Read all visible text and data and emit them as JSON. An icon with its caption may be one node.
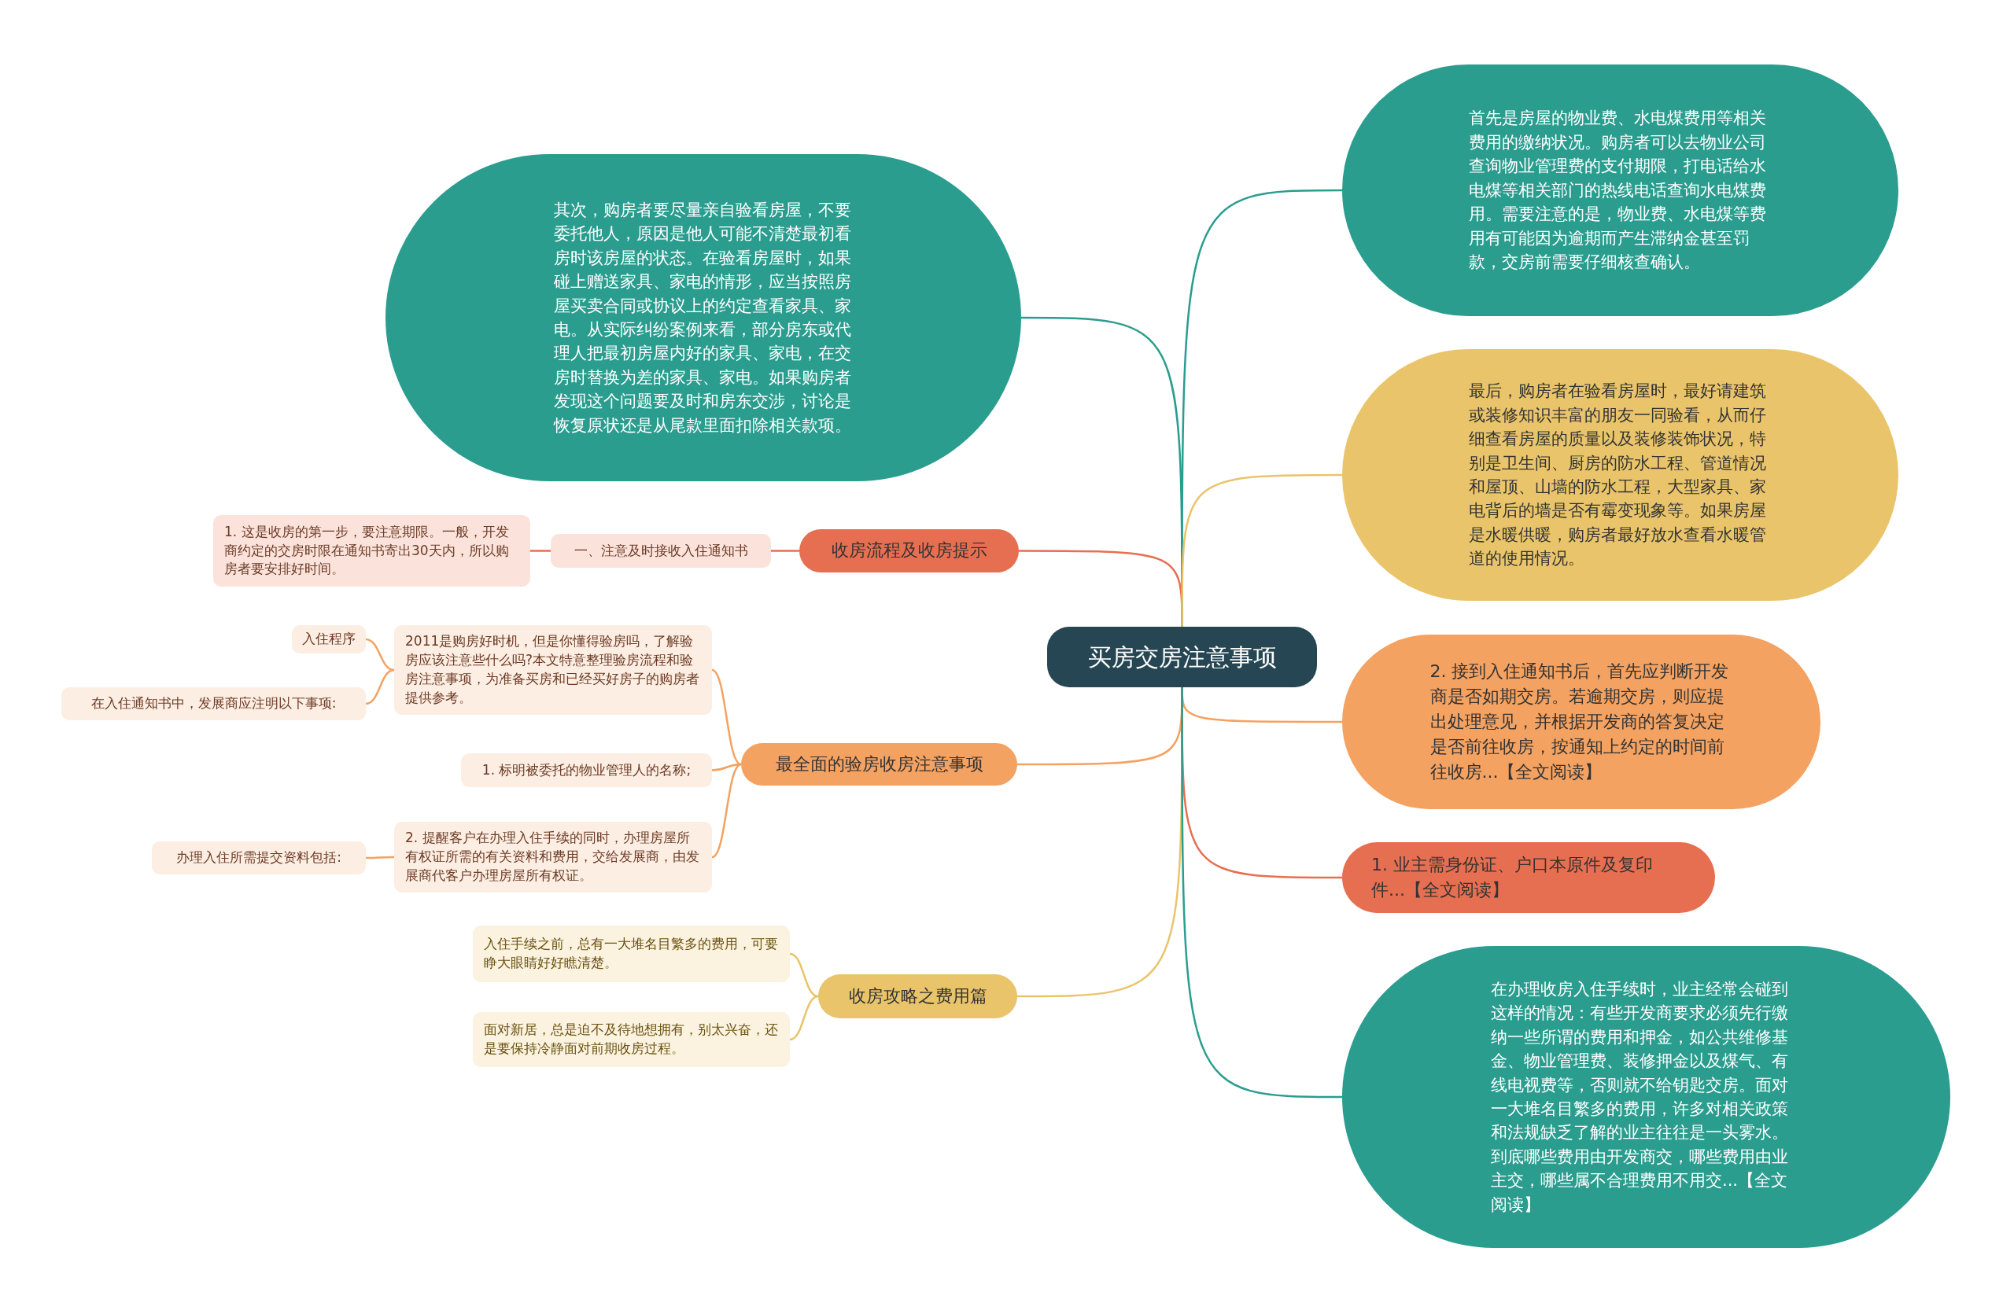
{
  "diagram": {
    "nodes": [
      {
        "text": [
          "买房交房注意事项"
        ]
      },
      {
        "text": [
          "其次，购房者要尽量亲自验看房屋，不要委托他人，原因是他人可能不清楚最初看房时该房屋的状态。在验看房屋时，如果碰上赠送家具、家电的情形，应当按照房屋买卖合同或协议上的约定查看家具、家电。从实际纠纷案例来看，部分房东或代理人把最初房屋内好的家具、家电，在交房时替换为差的家具、家电。如果购房者发现这个问题要及时和房东交涉，讨论是恢复原状还是从尾款里面扣除相关款项。"
        ]
      },
      {
        "text": [
          "收房流程及收房提示"
        ]
      },
      {
        "text": [
          "一、注意及时接收入住通知书"
        ]
      },
      {
        "text": [
          "1. 这是收房的第一步，要注意期限。一般，开发商约定的交房时限在通知书寄出30天内，所以购房者要安排好时间。"
        ]
      },
      {
        "text": [
          "最全面的验房收房注意事项"
        ]
      },
      {
        "text": [
          "2011是购房好时机，但是你懂得验房吗，了解验房应该注意些什么吗?本文特意整理验房流程和验房注意事项，为准备买房和已经买好房子的购房者提供参考。"
        ]
      },
      {
        "text": [
          "入住程序"
        ]
      },
      {
        "text": [
          "在入住通知书中，发展商应注明以下事项:"
        ]
      },
      {
        "text": [
          "1. 标明被委托的物业管理人的名称;"
        ]
      },
      {
        "text": [
          "2. 提醒客户在办理入住手续的同时，办理房屋所有权证所需的有关资料和费用，交给发展商，由发展商代客户办理房屋所有权证。"
        ]
      },
      {
        "text": [
          "办理入住所需提交资料包括:"
        ]
      },
      {
        "text": [
          "收房攻略之费用篇"
        ]
      },
      {
        "text": [
          "入住手续之前，总有一大堆名目繁多的费用，可要睁大眼睛好好瞧清楚。"
        ]
      },
      {
        "text": [
          "面对新居，总是迫不及待地想拥有，别太兴奋，还是要保持冷静面对前期收房过程。"
        ]
      },
      {
        "text": [
          "首先是房屋的物业费、水电煤费用等相关费用的缴纳状况。购房者可以去物业公司查询物业管理费的支付期限，打电话给水电煤等相关部门的热线电话查询水电煤费用。需要注意的是，物业费、水电煤等费用有可能因为逾期而产生滞纳金甚至罚款，交房前需要仔细核查确认。"
        ]
      },
      {
        "text": [
          "最后，购房者在验看房屋时，最好请建筑或装修知识丰富的朋友一同验看，从而仔细查看房屋的质量以及装修装饰状况，特别是卫生间、厨房的防水工程、管道情况和屋顶、山墙的防水工程，大型家具、家电背后的墙是否有霉变现象等。如果房屋是水暖供暖，购房者最好放水查看水暖管道的使用情况。"
        ]
      },
      {
        "text": [
          "2. 接到入住通知书后，首先应判断开发商是否如期交房。若逾期交房，则应提出处理意见，并根据开发商的答复决定是否前往收房，按通知上约定的时间前往收房...【全文阅读】"
        ]
      },
      {
        "text": [
          "1. 业主需身份证、户口本原件及复印件...【全文阅读】"
        ]
      },
      {
        "text": [
          "在办理收房入住手续时，业主经常会碰到这样的情况：有些开发商要求必须先行缴纳一些所谓的费用和押金，如公共维修基金、物业管理费、装修押金以及煤气、有线电视费等，否则就不给钥匙交房。面对一大堆名目繁多的费用，许多对相关政策和法规缺乏了解的业主往往是一头雾水。到底哪些费用由开发商交，哪些费用由业主交，哪些属不合理费用不用交...【全文阅读】"
        ]
      }
    ],
    "edges": [
      {
        "from": 0,
        "to": 1,
        "arrow": "none",
        "color": "#2a9d8f"
      },
      {
        "from": 0,
        "to": 2,
        "arrow": "none",
        "color": "#e76f51"
      },
      {
        "from": 2,
        "to": 3,
        "arrow": "none",
        "color": "#e76f51"
      },
      {
        "from": 3,
        "to": 4,
        "arrow": "none",
        "color": "#e76f51"
      },
      {
        "from": 0,
        "to": 5,
        "arrow": "none"
      },
      {
        "from": 5,
        "to": 6,
        "arrow": "none"
      },
      {
        "from": 6,
        "to": 7,
        "arrow": "none"
      },
      {
        "from": 6,
        "to": 8,
        "arrow": "none"
      },
      {
        "from": 5,
        "to": 9,
        "arrow": "none"
      },
      {
        "from": 5,
        "to": 10,
        "arrow": "none"
      },
      {
        "from": 10,
        "to": 11,
        "arrow": "none"
      },
      {
        "from": 0,
        "to": 12,
        "arrow": "none",
        "color": "#e9c46a"
      },
      {
        "from": 12,
        "to": 13,
        "arrow": "none",
        "color": "#e9c46a"
      },
      {
        "from": 12,
        "to": 14,
        "arrow": "none",
        "color": "#e9c46a"
      },
      {
        "from": 0,
        "to": 15,
        "arrow": "none",
        "color": "#2a9d8f"
      },
      {
        "from": 0,
        "to": 16,
        "arrow": "none",
        "color": "#e9c46a"
      },
      {
        "from": 0,
        "to": 17,
        "arrow": "none"
      },
      {
        "from": 0,
        "to": 18,
        "arrow": "none",
        "color": "#e76f51"
      },
      {
        "from": 0,
        "to": 19,
        "arrow": "none",
        "color": "#2a9d8f"
      }
    ]
  }
}
